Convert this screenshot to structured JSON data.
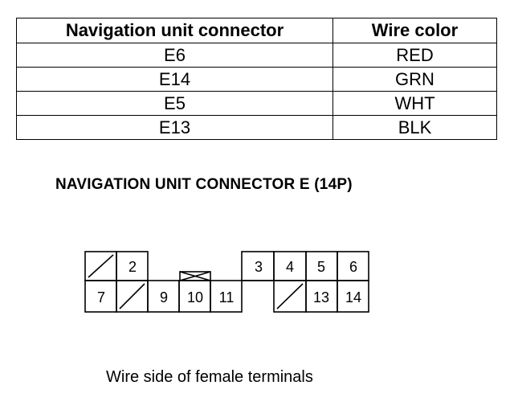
{
  "table": {
    "headers": [
      "Navigation unit connector",
      "Wire color"
    ],
    "rows": [
      [
        "E6",
        "RED"
      ],
      [
        "E14",
        "GRN"
      ],
      [
        "E5",
        "WHT"
      ],
      [
        "E13",
        "BLK"
      ]
    ]
  },
  "connector": {
    "heading": "NAVIGATION UNIT CONNECTOR E (14P)",
    "terminals": {
      "t2": "2",
      "t3": "3",
      "t4": "4",
      "t5": "5",
      "t6": "6",
      "t7": "7",
      "t9": "9",
      "t10": "10",
      "t11": "11",
      "t13": "13",
      "t14": "14"
    },
    "unused_terminal_count": 3,
    "caption": "Wire side of female terminals"
  }
}
